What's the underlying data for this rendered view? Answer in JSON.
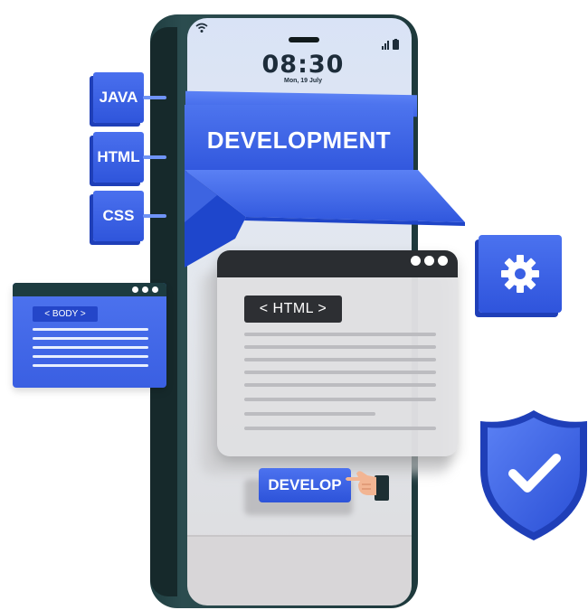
{
  "phone": {
    "time": "08:30",
    "date": "Mon, 19 July"
  },
  "banner": {
    "title": "DEVELOPMENT"
  },
  "languages": [
    {
      "label": "JAVA"
    },
    {
      "label": "HTML"
    },
    {
      "label": "CSS"
    }
  ],
  "browser_window": {
    "tag": "< HTML >"
  },
  "body_panel": {
    "tag": "< BODY >"
  },
  "develop_button": {
    "label": "DEVELOP"
  },
  "icons": {
    "wifi": "wifi-icon",
    "signal": "signal-icon",
    "battery": "battery-icon",
    "gear": "gear-icon",
    "shield": "shield-check-icon",
    "hand": "pointing-hand-icon"
  },
  "colors": {
    "accent_blue": "#3a60e4",
    "phone_frame": "#213f42",
    "screen": "#e1e5ee",
    "window_bar": "#2a2d31"
  }
}
